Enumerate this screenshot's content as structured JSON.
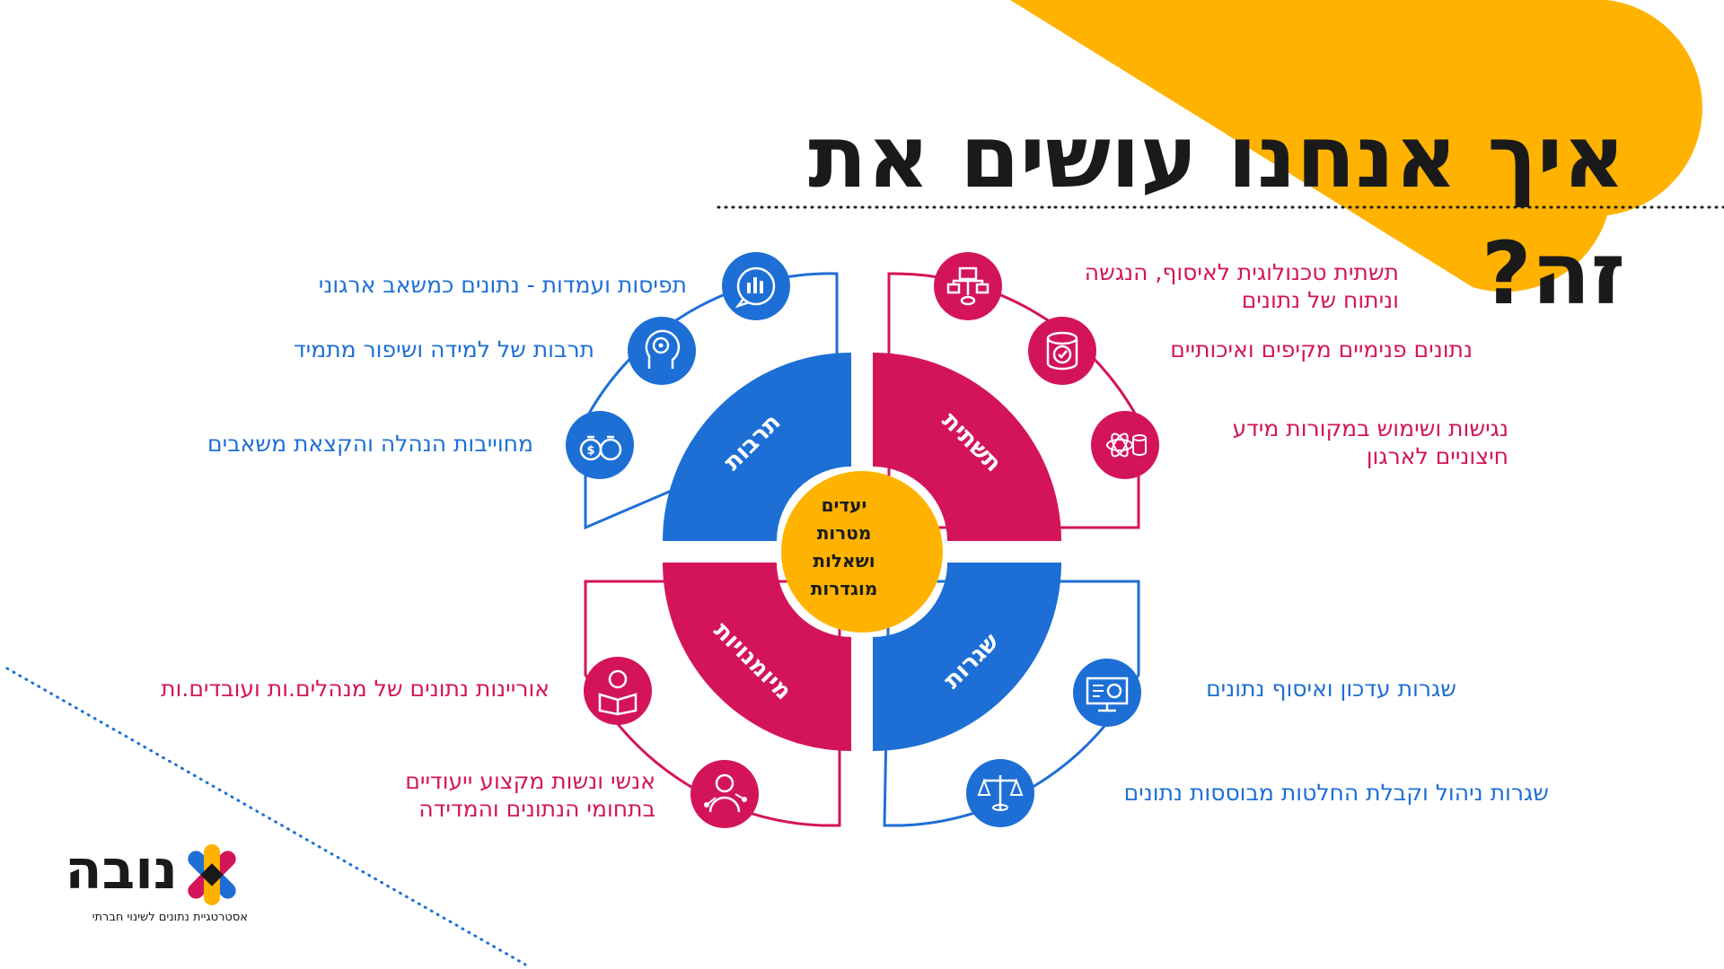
{
  "title": "איך אנחנו עושים את זה?",
  "center": {
    "lines": [
      "יעדים",
      "מטרות",
      "ושאלות",
      "מוגדרות"
    ]
  },
  "quadrants": {
    "culture": "תרבות",
    "infrastructure": "תשתית",
    "routines": "שגרות",
    "skills": "מיומנויות"
  },
  "items": {
    "culture": [
      "תפיסות ועמדות - נתונים כמשאב ארגוני",
      "תרבות של למידה ושיפור מתמיד",
      "מחוייבות הנהלה והקצאת משאבים"
    ],
    "infrastructure": [
      [
        "תשתית טכנולוגית לאיסוף, הנגשה",
        "וניתוח של נתונים"
      ],
      [
        "נתונים פנימיים מקיפים ואיכותיים"
      ],
      [
        "נגישות ושימוש במקורות מידע",
        "חיצוניים לארגון"
      ]
    ],
    "routines": [
      "שגרות עדכון ואיסוף נתונים",
      "שגרות ניהול וקבלת החלטות מבוססות נתונים"
    ],
    "skills": [
      [
        "אוריינות נתונים של מנהלים.ות ועובדים.ות"
      ],
      [
        "אנשי ונשות מקצוע ייעודיים",
        "בתחומי הנתונים והמדידה"
      ]
    ]
  },
  "logo": {
    "name": "נובה",
    "tagline": "אסטרטגיית נתונים לשינוי חברתי"
  },
  "icons": {
    "culture": [
      "chart-bubble-icon",
      "head-gear-icon",
      "money-bags-icon"
    ],
    "infrastructure": [
      "network-icon",
      "database-check-icon",
      "atom-database-icon"
    ],
    "routines": [
      "monitor-chart-icon",
      "scale-database-icon"
    ],
    "skills": [
      "reader-icon",
      "scientist-icon"
    ]
  },
  "colors": {
    "blue": "#1d6fd6",
    "pink": "#d4145a",
    "yellow": "#ffb300",
    "text": "#1a1a1a"
  }
}
